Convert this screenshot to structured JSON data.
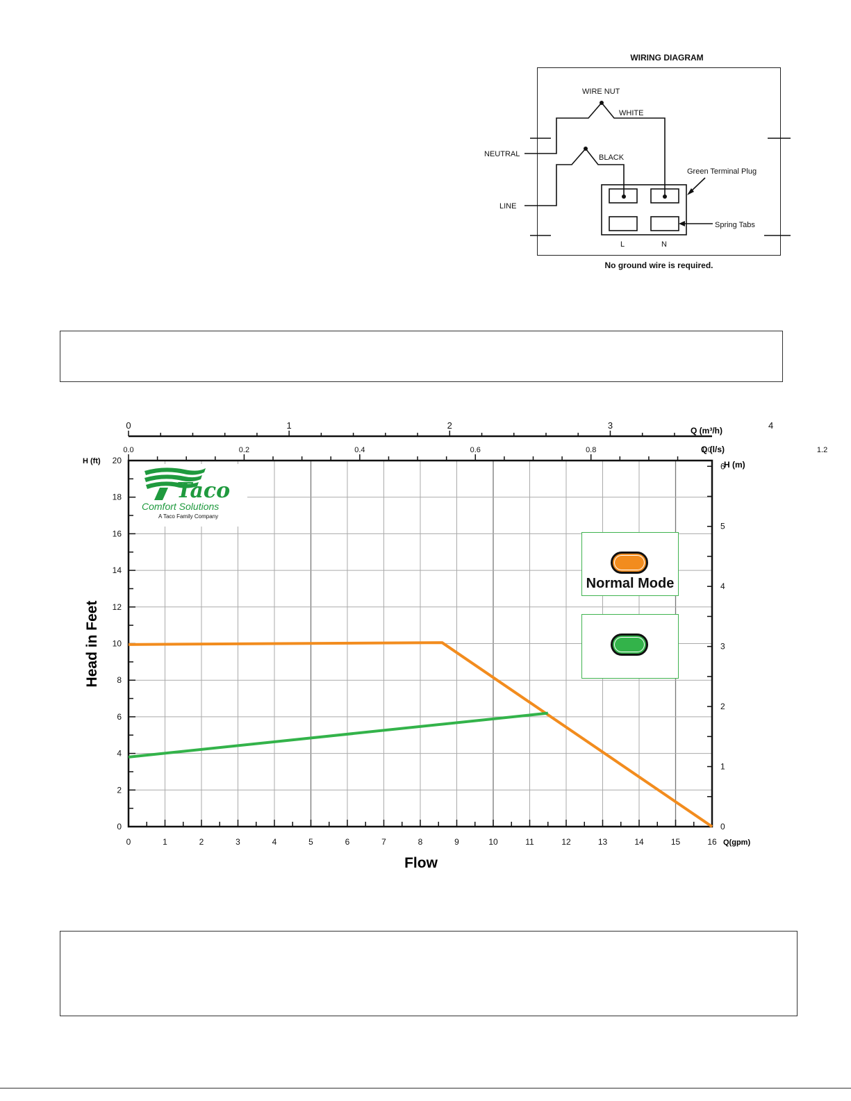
{
  "wiring": {
    "title": "WIRING DIAGRAM",
    "wire_nut": "WIRE NUT",
    "white": "WHITE",
    "black": "BLACK",
    "neutral": "NEUTRAL",
    "line": "LINE",
    "green_terminal_plug": "Green Terminal Plug",
    "spring_tabs": "Spring Tabs",
    "l": "L",
    "n": "N",
    "note": "No ground wire is required."
  },
  "logo": {
    "brand": "Taco",
    "line1": "Comfort Solutions",
    "line2": "A Taco Family Company"
  },
  "legend": {
    "normal_mode": "Normal Mode",
    "normal_color": "#f28c1e",
    "eco_color": "#33b34a"
  },
  "chart_data": {
    "type": "line",
    "x_label": "Flow",
    "y_label": "Head in Feet",
    "x_unit_label": "Q(gpm)",
    "y_unit_label_left": "H (ft)",
    "y_unit_label_right": "H (m)",
    "top_axis1_label": "Q (m³/h)",
    "top_axis2_label": "Q (l/s)",
    "xlim": [
      0,
      16
    ],
    "ylim": [
      0,
      20
    ],
    "x_ticks": [
      "0",
      "1",
      "2",
      "3",
      "4",
      "5",
      "6",
      "7",
      "8",
      "9",
      "10",
      "11",
      "12",
      "13",
      "14",
      "15",
      "16"
    ],
    "y_ticks": [
      "0",
      "2",
      "4",
      "6",
      "8",
      "10",
      "12",
      "14",
      "16",
      "18",
      "20"
    ],
    "right_ticks": [
      "0",
      "1",
      "2",
      "3",
      "4",
      "5",
      "6"
    ],
    "top_ticks_m3h": [
      "0",
      "1",
      "2",
      "3",
      "4"
    ],
    "top_ticks_ls": [
      "0.0",
      "0.2",
      "0.4",
      "0.6",
      "0.8",
      "1.0",
      "1.2"
    ],
    "grid": true,
    "series": [
      {
        "name": "Normal Mode",
        "color": "#f28c1e",
        "points": [
          [
            0,
            9.95
          ],
          [
            8.6,
            10.05
          ],
          [
            16,
            0
          ]
        ]
      },
      {
        "name": "",
        "color": "#33b34a",
        "points": [
          [
            0,
            3.8
          ],
          [
            11.5,
            6.2
          ]
        ]
      }
    ]
  }
}
